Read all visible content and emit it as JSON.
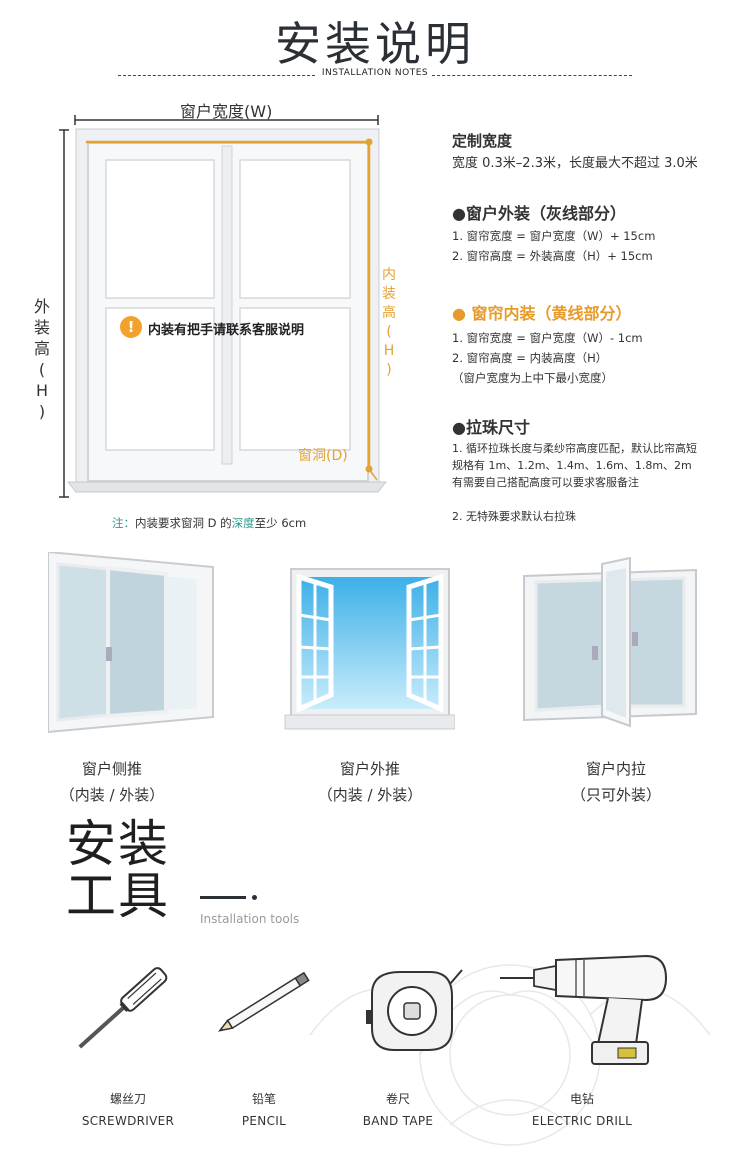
{
  "header": {
    "title": "安装说明",
    "subtitle": "INSTALLATION NOTES"
  },
  "diagram": {
    "width_label": "窗户宽度(W)",
    "outer_height_chars": [
      "外",
      "装",
      "高",
      "(",
      "H",
      ")"
    ],
    "inner_height_chars": [
      "内",
      "装",
      "高",
      "(",
      "H",
      ")"
    ],
    "warning_icon": "!",
    "warning_text": "内装有把手请联系客服说明",
    "hole_label": "窗洞(D)",
    "note": {
      "prefix": "注：",
      "before": "内装要求窗洞 D 的",
      "highlight": "深度",
      "after": "至少 6cm"
    }
  },
  "specs": {
    "custom_width": {
      "title": "定制宽度",
      "text": "宽度 0.3米–2.3米，长度最大不超过 3.0米"
    },
    "outside": {
      "title": "●窗户外装（灰线部分）",
      "items": [
        "1. 窗帘宽度 = 窗户宽度（W）+ 15cm",
        "2. 窗帘高度 = 外装高度（H）+ 15cm"
      ]
    },
    "inside": {
      "title": "● 窗帘内装（黄线部分）",
      "items": [
        "1. 窗帘宽度 = 窗户宽度（W）- 1cm",
        "2. 窗帘高度 = 内装高度（H）",
        "（窗户宽度为上中下最小宽度）"
      ]
    },
    "bead": {
      "title": "●拉珠尺寸",
      "line1": "1. 循环拉珠长度与柔纱帘高度匹配，默认比帘高短",
      "line2": "规格有 1m、1.2m、1.4m、1.6m、1.8m、2m",
      "line3": "有需要自己搭配高度可以要求客服备注",
      "item2": "2. 无特殊要求默认右拉珠"
    }
  },
  "window_types": [
    {
      "name": "窗户侧推",
      "mode": "（内装 / 外装）"
    },
    {
      "name": "窗户外推",
      "mode": "（内装 / 外装）"
    },
    {
      "name": "窗户内拉",
      "mode": "（只可外装）"
    }
  ],
  "tools": {
    "title_line1": "安装",
    "title_line2": "工具",
    "subtitle": "Installation tools",
    "items": [
      {
        "cn": "螺丝刀",
        "en": "SCREWDRIVER",
        "icon": "screwdriver-icon"
      },
      {
        "cn": "铅笔",
        "en": "PENCIL",
        "icon": "pencil-icon"
      },
      {
        "cn": "卷尺",
        "en": "BAND TAPE",
        "icon": "tape-measure-icon"
      },
      {
        "cn": "电钻",
        "en": "ELECTRIC DRILL",
        "icon": "electric-drill-icon"
      }
    ]
  },
  "colors": {
    "inner_line": "#e3a234",
    "outer_line": "#333333",
    "accent_green": "#2a9a8c"
  }
}
